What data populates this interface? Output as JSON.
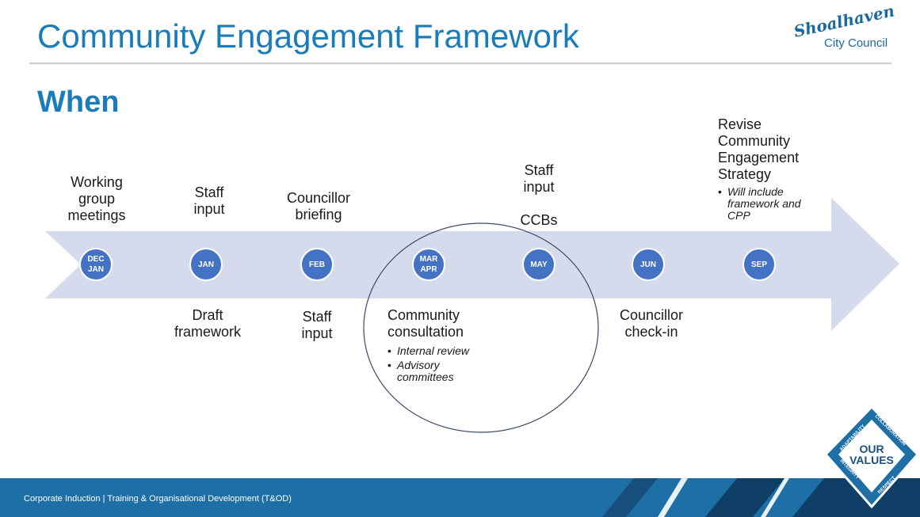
{
  "header": {
    "title": "Community Engagement Framework"
  },
  "logo": {
    "brand": "Shoalhaven",
    "sub": "City Council"
  },
  "section": {
    "heading": "When"
  },
  "timeline": {
    "nodes": [
      {
        "label": "DEC\nJAN",
        "above": "Working\ngroup\nmeetings",
        "below": ""
      },
      {
        "label": "JAN",
        "above": "Staff\ninput",
        "below": "Draft\nframework"
      },
      {
        "label": "FEB",
        "above": "Councillor\nbriefing",
        "below": "Staff\ninput"
      },
      {
        "label": "MAR\nAPR",
        "above": "",
        "below": "Community\nconsultation"
      },
      {
        "label": "MAY",
        "above": "Staff\ninput\n\nCCBs",
        "below": ""
      },
      {
        "label": "JUN",
        "above": "",
        "below": "Councillor\ncheck-in"
      },
      {
        "label": "SEP",
        "above": "Revise\nCommunity\nEngagement\nStrategy",
        "below": ""
      }
    ],
    "consultation_bullets": [
      "Internal review",
      "Advisory committees"
    ],
    "strategy_bullets": [
      "Will include framework and CPP"
    ]
  },
  "footer": {
    "text": "Corporate Induction |  Training & Organisational Development (T&OD)"
  },
  "badge": {
    "center": "OUR\nVALUES",
    "words": [
      "ADAPTABILITY",
      "COLLABORATION",
      "INTEGRITY",
      "RESPECT"
    ]
  },
  "colors": {
    "accent": "#1a7cba",
    "arrow": "#d5daec",
    "node": "#4472c4",
    "footer": "#1d6fa6"
  }
}
